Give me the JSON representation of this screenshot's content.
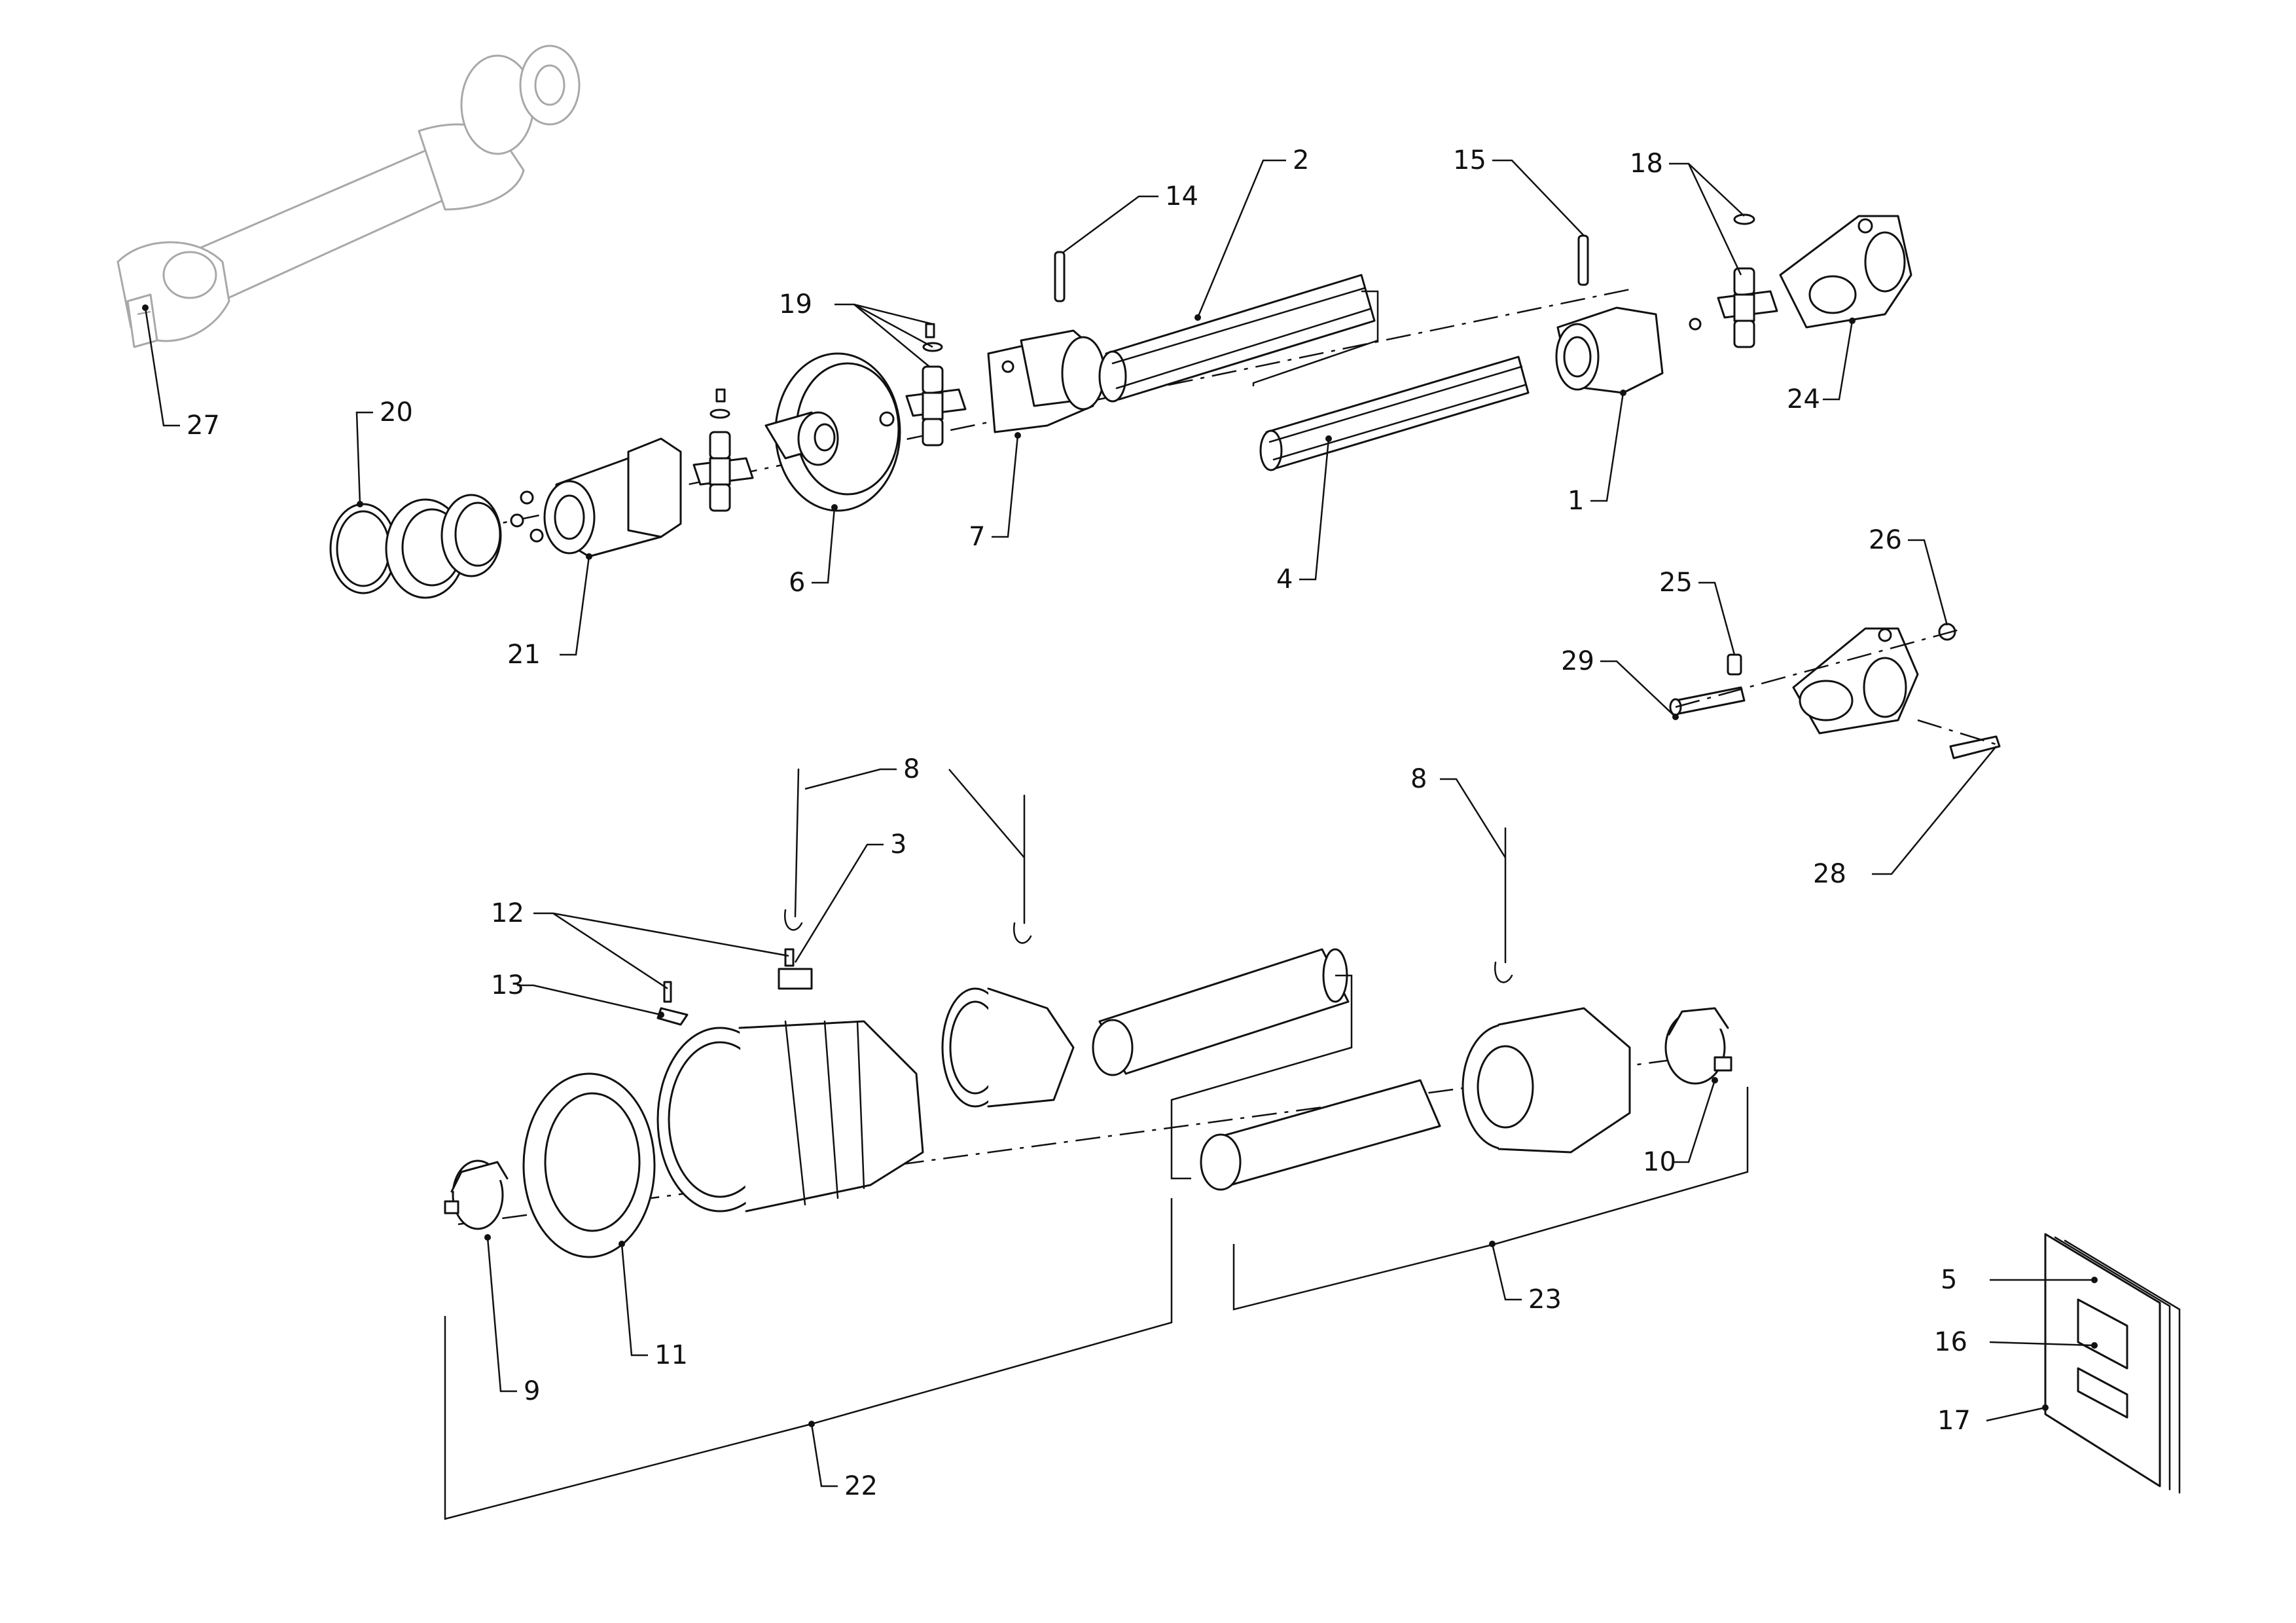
{
  "diagram": {
    "callouts": [
      {
        "id": "c27",
        "label": "27"
      },
      {
        "id": "c2",
        "label": "2"
      },
      {
        "id": "c14",
        "label": "14"
      },
      {
        "id": "c15",
        "label": "15"
      },
      {
        "id": "c18",
        "label": "18"
      },
      {
        "id": "c19",
        "label": "19"
      },
      {
        "id": "c20",
        "label": "20"
      },
      {
        "id": "c24",
        "label": "24"
      },
      {
        "id": "c7",
        "label": "7"
      },
      {
        "id": "c1",
        "label": "1"
      },
      {
        "id": "c6",
        "label": "6"
      },
      {
        "id": "c4",
        "label": "4"
      },
      {
        "id": "c21",
        "label": "21"
      },
      {
        "id": "c26",
        "label": "26"
      },
      {
        "id": "c25",
        "label": "25"
      },
      {
        "id": "c29",
        "label": "29"
      },
      {
        "id": "c8a",
        "label": "8"
      },
      {
        "id": "c3",
        "label": "3"
      },
      {
        "id": "c8b",
        "label": "8"
      },
      {
        "id": "c28",
        "label": "28"
      },
      {
        "id": "c12",
        "label": "12"
      },
      {
        "id": "c13",
        "label": "13"
      },
      {
        "id": "c10",
        "label": "10"
      },
      {
        "id": "c23",
        "label": "23"
      },
      {
        "id": "c5",
        "label": "5"
      },
      {
        "id": "c16",
        "label": "16"
      },
      {
        "id": "c11",
        "label": "11"
      },
      {
        "id": "c9",
        "label": "9"
      },
      {
        "id": "c17",
        "label": "17"
      },
      {
        "id": "c22",
        "label": "22"
      }
    ]
  }
}
